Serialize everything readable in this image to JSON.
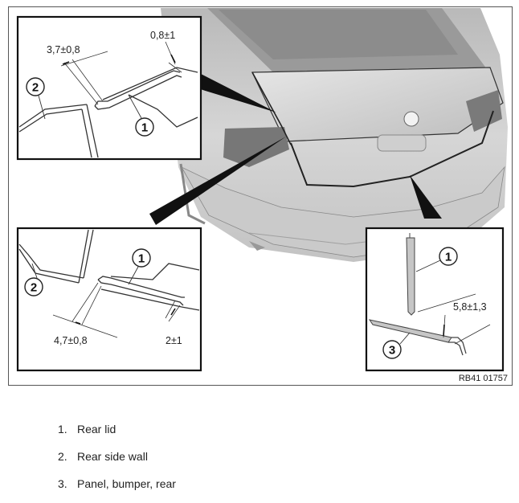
{
  "figure": {
    "code": "RB41 01757",
    "inset_top_left": {
      "callouts": [
        "2",
        "1"
      ],
      "dimensions": [
        "3,7±0,8",
        "0,8±1"
      ]
    },
    "inset_bottom_left": {
      "callouts": [
        "1",
        "2"
      ],
      "dimensions": [
        "4,7±0,8",
        "2±1"
      ]
    },
    "inset_right": {
      "callouts": [
        "1",
        "3"
      ],
      "dimensions": [
        "5,8±1,3"
      ]
    }
  },
  "legend": [
    {
      "number": "1.",
      "label": "Rear lid"
    },
    {
      "number": "2.",
      "label": "Rear side wall"
    },
    {
      "number": "3.",
      "label": "Panel, bumper, rear"
    }
  ]
}
